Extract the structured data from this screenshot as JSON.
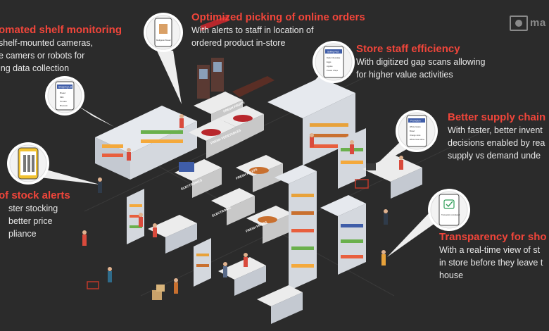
{
  "logo": {
    "text": "ma",
    "icon": "eye-icon"
  },
  "callouts": {
    "shelf_monitoring": {
      "title": "omated shelf monitoring",
      "lines": [
        "shelf-mounted cameras,",
        "e camers or robots for",
        "ing data collection"
      ]
    },
    "online_picking": {
      "title": "Optimized picking of online orders",
      "lines": [
        "With alerts to staff in location of",
        "ordered product in-store"
      ]
    },
    "staff_efficiency": {
      "title": "Store staff efficiency",
      "lines": [
        "With digitized gap scans allowing",
        "for higher value activities"
      ]
    },
    "supply_chain": {
      "title": "Better supply chain",
      "lines": [
        "With faster, better invent",
        "decisions enabled by rea",
        "supply vs demand unde"
      ]
    },
    "stock_alerts": {
      "title": "of stock alerts",
      "lines": [
        "ster stocking",
        "better price",
        "pliance"
      ]
    },
    "transparency": {
      "title": "Transparency for sho",
      "lines": [
        "With a real-time view of st",
        "in store before they leave t",
        "house"
      ]
    }
  },
  "phones": {
    "shopping_list": {
      "header": "Shopping List",
      "items": [
        "Bread",
        "Milk",
        "Tomato",
        "Broccoli"
      ]
    },
    "multigrain": {
      "label": "Multigrain Bread"
    },
    "selling_fast": {
      "header": "Selling Fast",
      "items": [
        "Dark Chocolate",
        "Eggs",
        "Apples",
        "Potato Chips"
      ]
    },
    "promotion": {
      "header": "Promotion",
      "items": [
        "Whole Grains",
        "Bread",
        "Orange Juice",
        "Whole Grain Wine"
      ]
    },
    "transparency": {
      "label": "Transaction completed"
    }
  },
  "store_signs": {
    "fresh_fruits_1": "FRESH FRUITS",
    "fresh_fruits_2": "FRESH FRUITS",
    "fresh_fruits_3": "FRESH FRUITS",
    "fresh_vegetables": "FRESH VEGETABLES",
    "electronics": "ELECTRONICS",
    "electronic": "ELECTRONIC"
  },
  "colors": {
    "background": "#2b2b2b",
    "accent": "#f0453a",
    "text": "#e8e8e8",
    "bubble": "#ffffff",
    "shelf": "#d9dde3"
  }
}
